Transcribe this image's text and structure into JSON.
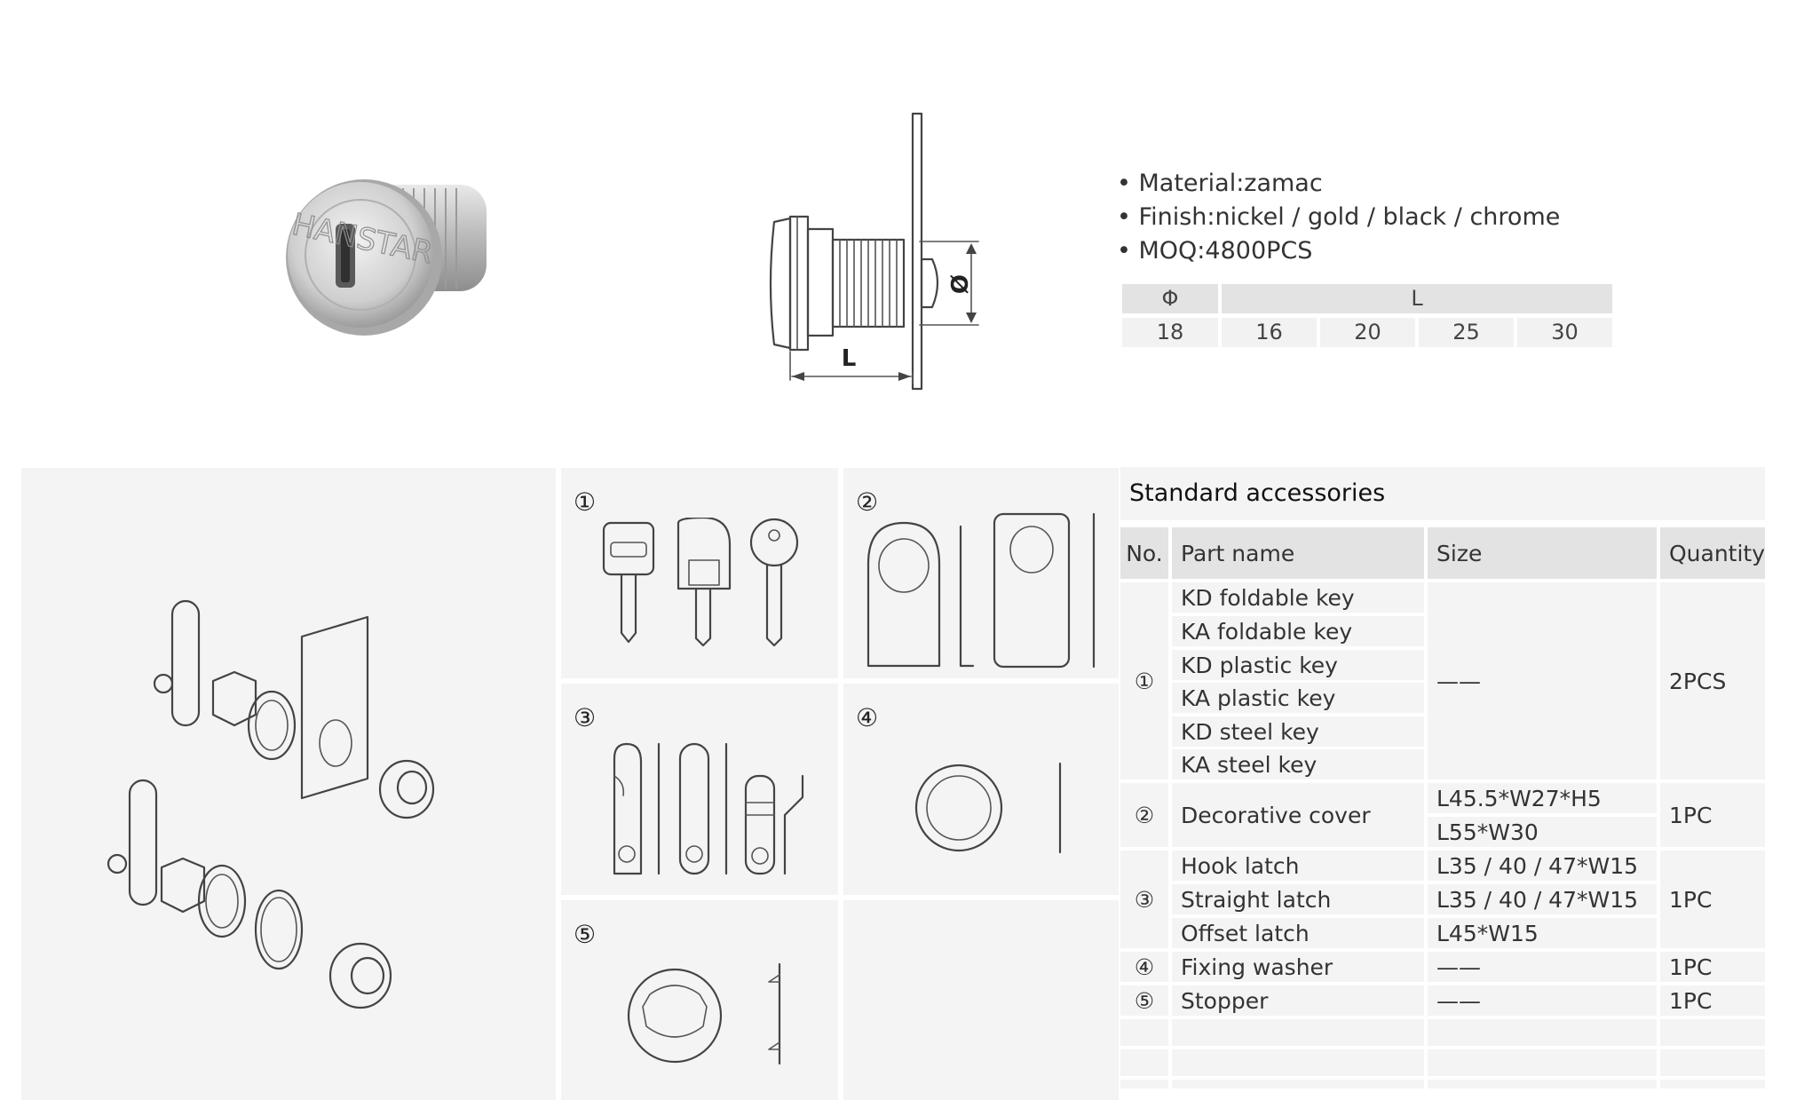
{
  "brand_engraving": "HANSTAR",
  "specs": {
    "material": "• Material:zamac",
    "finish": "• Finish:nickel / gold / black / chrome",
    "moq": "• MOQ:4800PCS"
  },
  "drawing_labels": {
    "length": "L",
    "diameter": "Ø"
  },
  "dimension_table": {
    "phi_header": "Φ",
    "l_header": "L",
    "phi_value": "18",
    "l_values": [
      "16",
      "20",
      "25",
      "30"
    ]
  },
  "panel_numbers": [
    "①",
    "②",
    "③",
    "④",
    "⑤"
  ],
  "accessories": {
    "title": "Standard accessories",
    "headers": {
      "no": "No.",
      "part": "Part name",
      "size": "Size",
      "qty": "Quantity"
    },
    "group1": {
      "no": "①",
      "parts": [
        "KD foldable key",
        "KA foldable key",
        "KD plastic key",
        "KA plastic key",
        "KD steel key",
        "KA steel key"
      ],
      "size": "——",
      "qty": "2PCS"
    },
    "group2": {
      "no": "②",
      "part": "Decorative cover",
      "sizes": [
        "L45.5*W27*H5",
        "L55*W30"
      ],
      "qty": "1PC"
    },
    "group3": {
      "no": "③",
      "parts": [
        "Hook latch",
        "Straight latch",
        "Offset latch"
      ],
      "sizes": [
        "L35 / 40 / 47*W15",
        "L35 / 40 / 47*W15",
        "L45*W15"
      ],
      "qty": "1PC"
    },
    "group4": {
      "no": "④",
      "part": "Fixing washer",
      "size": "——",
      "qty": "1PC"
    },
    "group5": {
      "no": "⑤",
      "part": "Stopper",
      "size": "——",
      "qty": "1PC"
    }
  }
}
